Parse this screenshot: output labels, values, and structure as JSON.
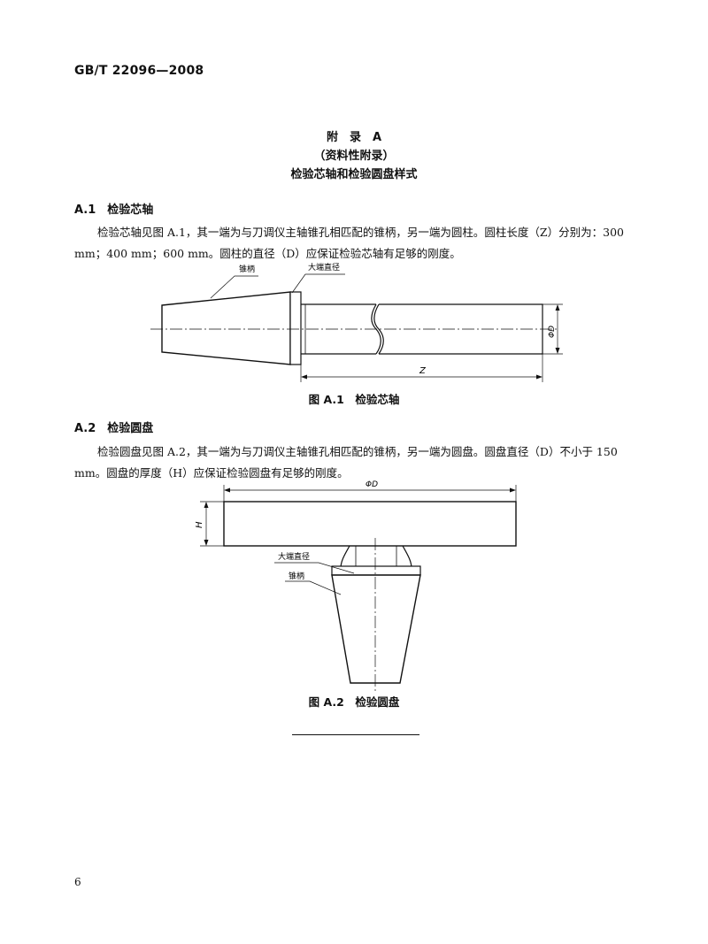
{
  "header": {
    "standard_code": "GB/T 22096—2008"
  },
  "appendix": {
    "title": "附　录　A",
    "note": "（资料性附录）",
    "subtitle": "检验芯轴和检验圆盘样式"
  },
  "section_a1": {
    "heading": "A.1　检验芯轴",
    "paragraph": "检验芯轴见图 A.1，其一端为与刀调仪主轴锥孔相匹配的锥柄，另一端为圆柱。圆柱长度（Z）分别为：300 mm；400 mm；600 mm。圆柱的直径（D）应保证检验芯轴有足够的刚度。",
    "figure": {
      "label_taper_shank": "锥柄",
      "label_large_end_diameter": "大端直径",
      "label_diameter": "ΦD",
      "label_length": "Z",
      "caption": "图 A.1　检验芯轴"
    }
  },
  "section_a2": {
    "heading": "A.2　检验圆盘",
    "paragraph": "检验圆盘见图 A.2，其一端为与刀调仪主轴锥孔相匹配的锥柄，另一端为圆盘。圆盘直径（D）不小于 150 mm。圆盘的厚度（H）应保证检验圆盘有足够的刚度。",
    "figure": {
      "label_diameter": "ΦD",
      "label_thickness": "H",
      "label_large_end_diameter": "大端直径",
      "label_taper_shank": "锥柄",
      "caption": "图 A.2　检验圆盘"
    }
  },
  "footer": {
    "page_number": "6"
  }
}
